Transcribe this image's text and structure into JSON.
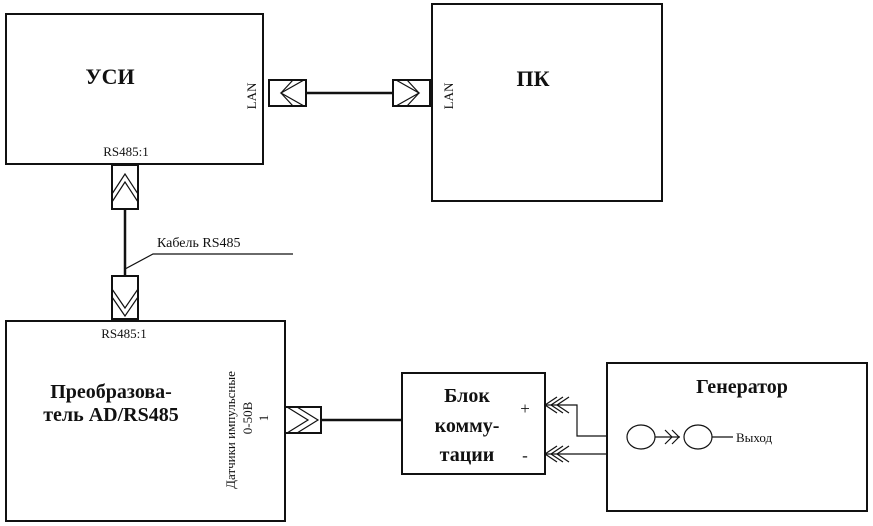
{
  "blocks": {
    "usi": "УСИ",
    "pc": "ПК",
    "converter_line1": "Преобразова-",
    "converter_line2": "тель AD/RS485",
    "switch_line1": "Блок",
    "switch_line2": "комму-",
    "switch_line3": "тации",
    "generator": "Генератор"
  },
  "ports": {
    "usi_lan": "LAN",
    "pc_lan": "LAN",
    "usi_rs485": "RS485:1",
    "converter_rs485": "RS485:1",
    "sensors_line1": "Датчики импульсные",
    "sensors_line2": "0-50В",
    "sensors_channel": "1"
  },
  "labels": {
    "cable": "Кабель RS485",
    "plus": "+",
    "minus": "-",
    "output": "Выход"
  }
}
